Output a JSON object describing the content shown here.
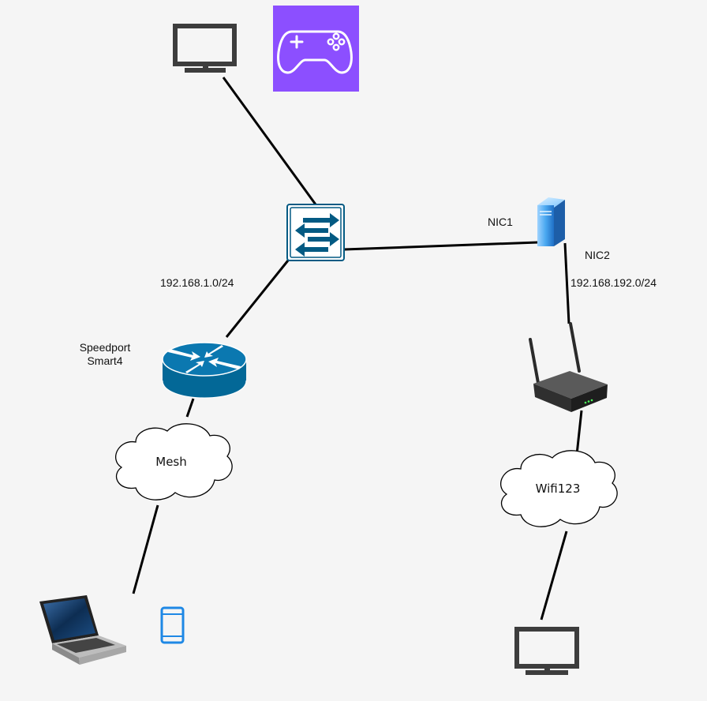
{
  "labels": {
    "subnet_a": "192.168.1.0/24",
    "subnet_b": "192.168.192.0/24",
    "nic1": "NIC1",
    "nic2": "NIC2",
    "router_line1": "Speedport",
    "router_line2": "Smart4",
    "cloud_mesh": "Mesh",
    "cloud_wifi": "Wifi123"
  },
  "nodes": [
    {
      "id": "monitor-top",
      "icon": "monitor-icon"
    },
    {
      "id": "game-controller",
      "icon": "gamepad-icon"
    },
    {
      "id": "switch",
      "icon": "network-switch-icon"
    },
    {
      "id": "server",
      "icon": "server-tower-icon"
    },
    {
      "id": "router",
      "icon": "router-icon"
    },
    {
      "id": "wifi-router",
      "icon": "wifi-router-icon"
    },
    {
      "id": "cloud-mesh",
      "icon": "cloud-icon"
    },
    {
      "id": "cloud-wifi",
      "icon": "cloud-icon"
    },
    {
      "id": "laptop",
      "icon": "laptop-icon"
    },
    {
      "id": "phone",
      "icon": "smartphone-icon"
    },
    {
      "id": "monitor-bottom",
      "icon": "monitor-icon"
    }
  ],
  "colors": {
    "background": "#f5f5f5",
    "line": "#000000",
    "monitor": "#3d3d3d",
    "gamepad_bg": "#8c4fff",
    "switch_blue": "#035a83",
    "router_blue": "#036897",
    "phone_blue": "#1e88e5"
  }
}
